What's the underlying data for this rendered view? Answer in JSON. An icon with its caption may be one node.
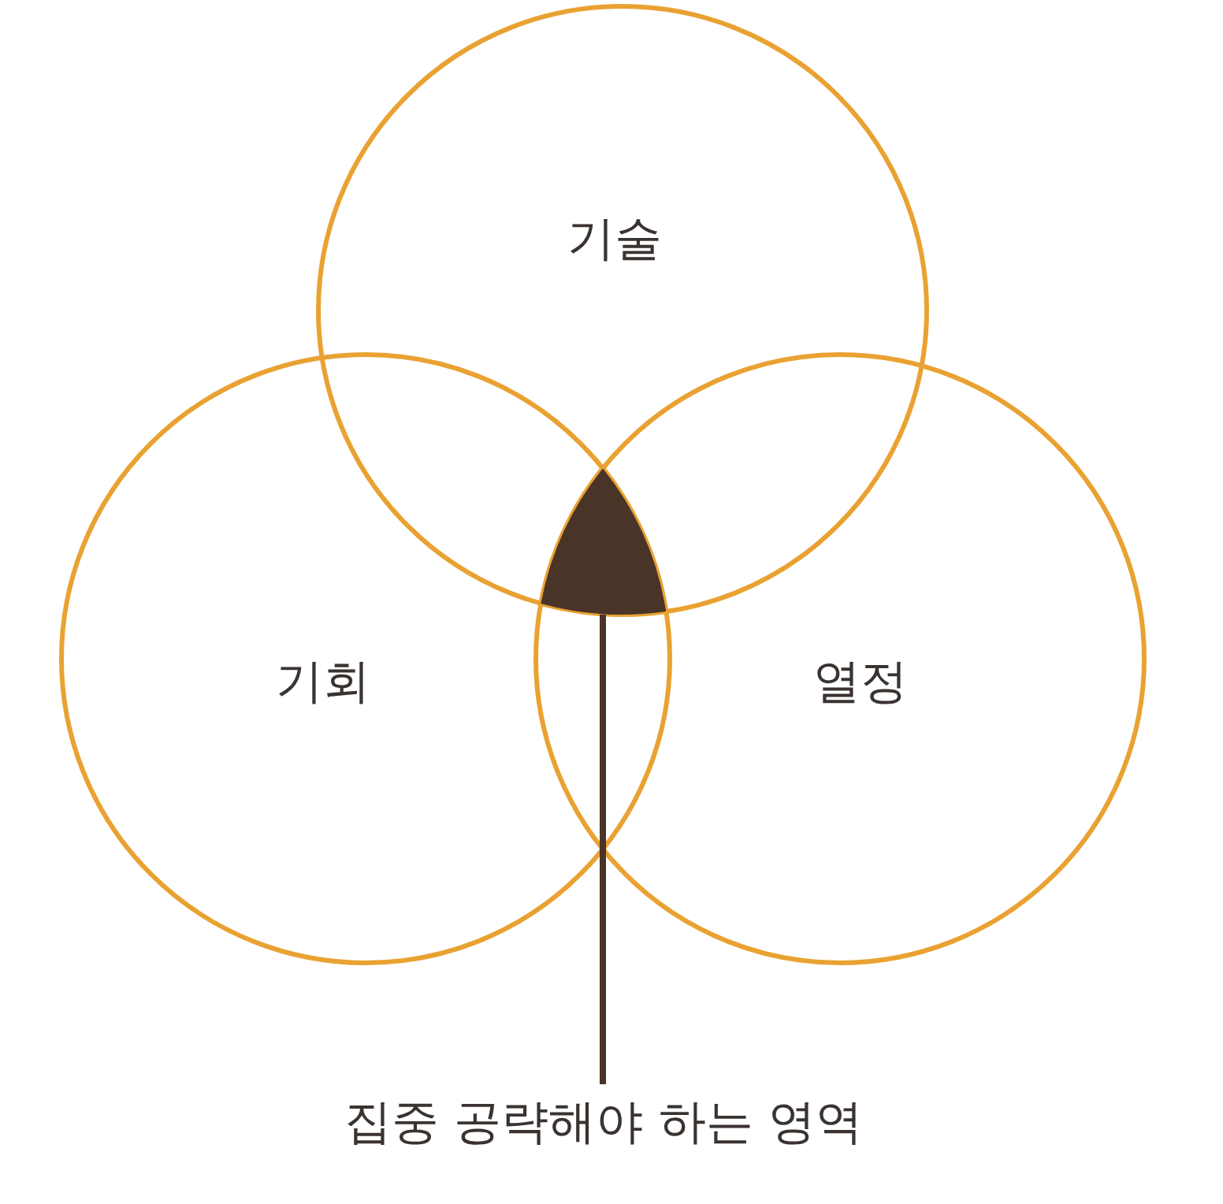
{
  "diagram": {
    "nodes": [
      {
        "text": [
          "기술"
        ]
      },
      {
        "text": [
          "기회"
        ]
      },
      {
        "text": [
          "열정"
        ]
      },
      {
        "text": [],
        "shape": "triangle"
      },
      {
        "text": [
          "집중 공략해야 하는 영역"
        ]
      }
    ],
    "edges": [
      {
        "from": 4,
        "to": 3,
        "arrow": "none"
      }
    ]
  }
}
